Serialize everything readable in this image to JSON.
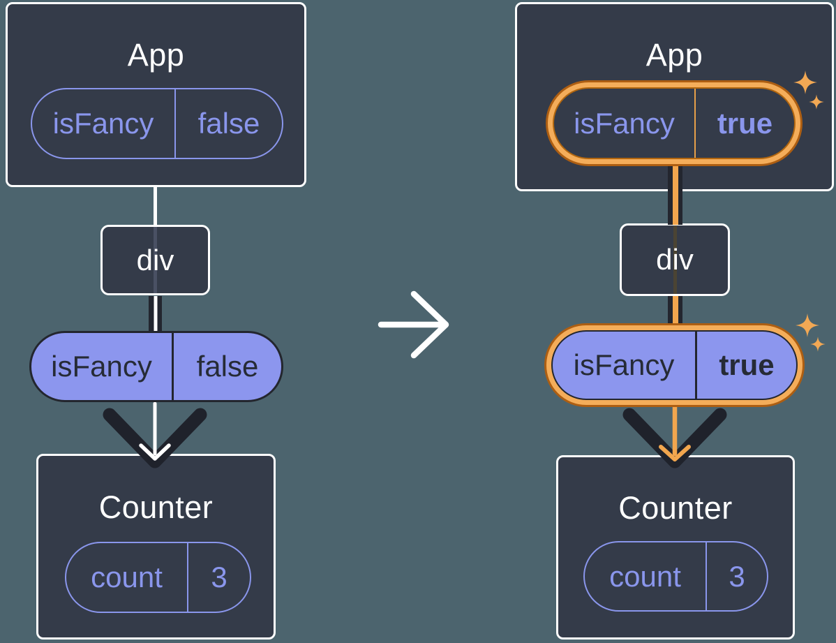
{
  "colors": {
    "background": "#4C646E",
    "card": "#343B49",
    "card_border": "#FFFFFF",
    "purple": "#8A96EC",
    "purple_fill": "#8C96EE",
    "dark_text": "#262B36",
    "arrow_dark": "#23262F",
    "highlight_orange_light": "#F4AD5A",
    "highlight_orange_dark": "#AD5E12",
    "orange_core": "#F2A64E"
  },
  "icons": {
    "transition_arrow": "right-arrow",
    "sparkles": "sparkle"
  },
  "before": {
    "app": {
      "title": "App",
      "prop_name": "isFancy",
      "prop_value": "false"
    },
    "div_label": "div",
    "passed_prop": {
      "name": "isFancy",
      "value": "false"
    },
    "counter": {
      "title": "Counter",
      "state_name": "count",
      "state_value": "3"
    }
  },
  "after": {
    "app": {
      "title": "App",
      "prop_name": "isFancy",
      "prop_value": "true"
    },
    "div_label": "div",
    "passed_prop": {
      "name": "isFancy",
      "value": "true"
    },
    "counter": {
      "title": "Counter",
      "state_name": "count",
      "state_value": "3"
    }
  }
}
